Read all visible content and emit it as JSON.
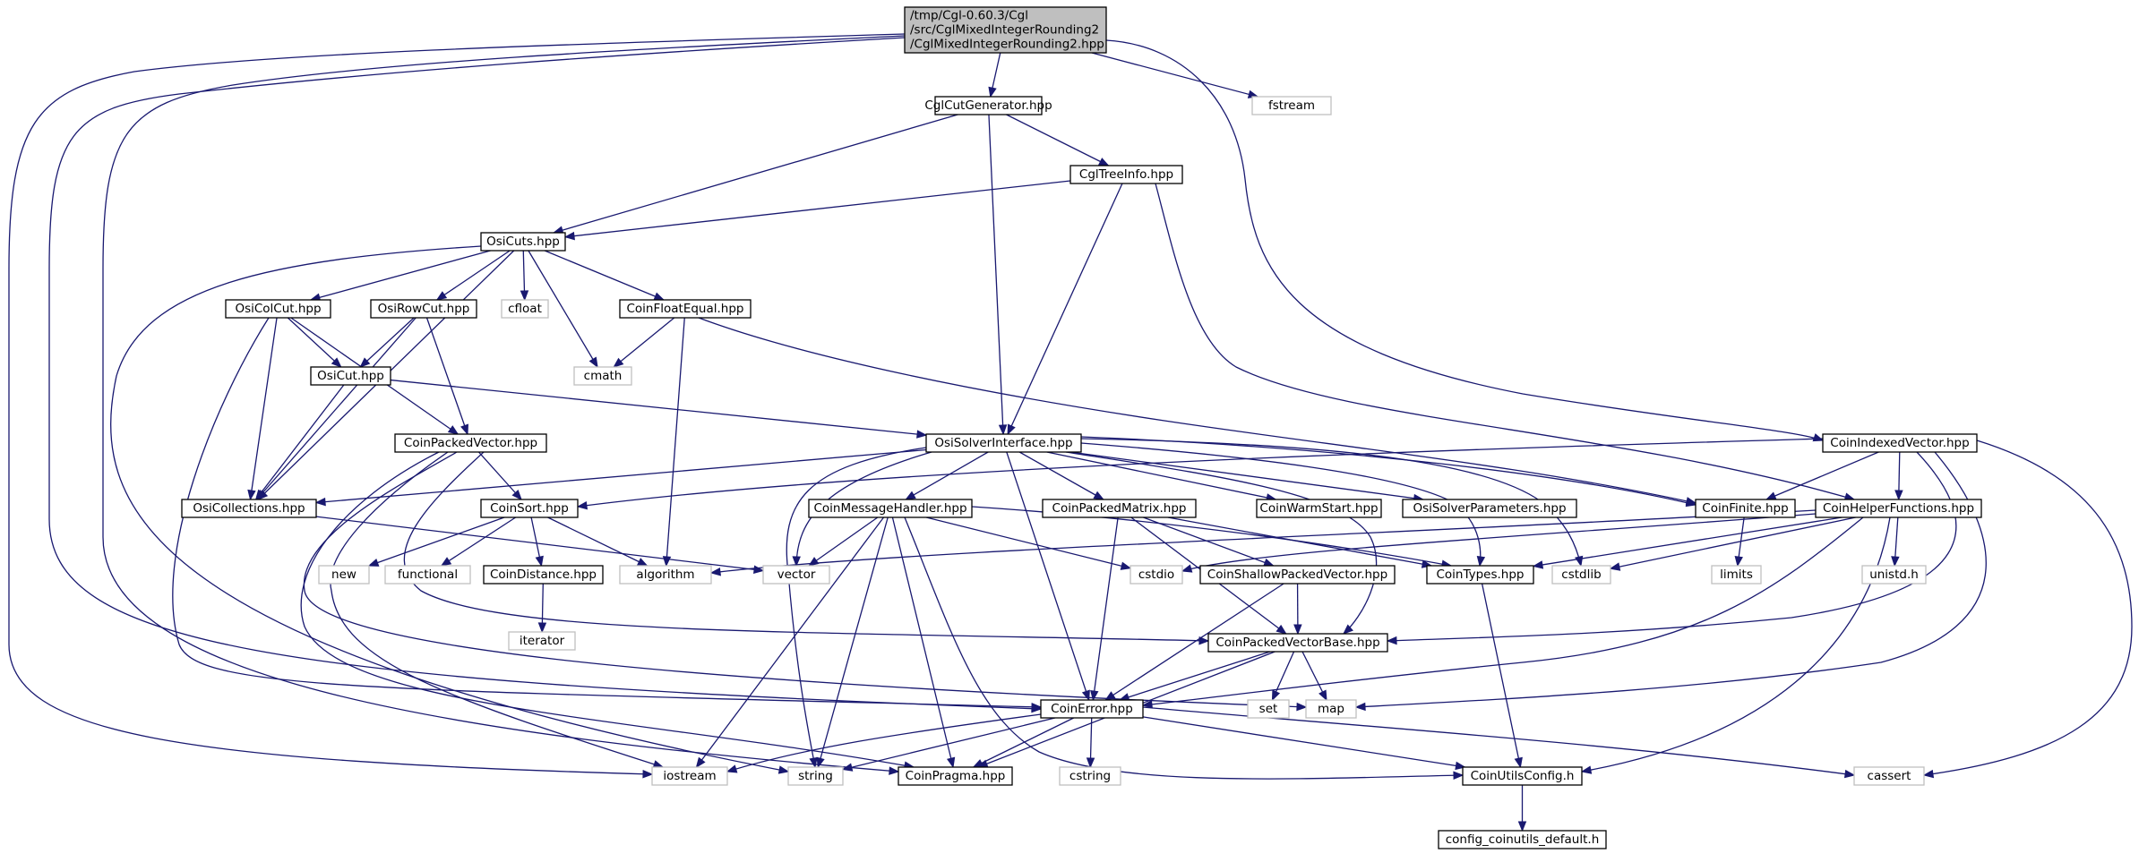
{
  "graph": {
    "root": "root",
    "nodes": [
      {
        "id": "root",
        "lines": [
          "/tmp/Cgl-0.60.3/Cgl",
          "/src/CglMixedIntegerRounding2",
          "/CglMixedIntegerRounding2.hpp"
        ],
        "style": "root",
        "interactable": false
      },
      {
        "id": "cglcutgen",
        "lines": [
          "CglCutGenerator.hpp"
        ],
        "style": "solid",
        "interactable": true
      },
      {
        "id": "fstream",
        "lines": [
          "fstream"
        ],
        "style": "ext",
        "interactable": false
      },
      {
        "id": "cgltreeinfo",
        "lines": [
          "CglTreeInfo.hpp"
        ],
        "style": "solid",
        "interactable": true
      },
      {
        "id": "osicuts",
        "lines": [
          "OsiCuts.hpp"
        ],
        "style": "solid",
        "interactable": true
      },
      {
        "id": "osicolcut",
        "lines": [
          "OsiColCut.hpp"
        ],
        "style": "solid",
        "interactable": true
      },
      {
        "id": "osirowcut",
        "lines": [
          "OsiRowCut.hpp"
        ],
        "style": "solid",
        "interactable": true
      },
      {
        "id": "cfloat",
        "lines": [
          "cfloat"
        ],
        "style": "ext",
        "interactable": false
      },
      {
        "id": "coinfloatequal",
        "lines": [
          "CoinFloatEqual.hpp"
        ],
        "style": "solid",
        "interactable": true
      },
      {
        "id": "osicut",
        "lines": [
          "OsiCut.hpp"
        ],
        "style": "solid",
        "interactable": true
      },
      {
        "id": "cmath",
        "lines": [
          "cmath"
        ],
        "style": "ext",
        "interactable": false
      },
      {
        "id": "coinpackedvector",
        "lines": [
          "CoinPackedVector.hpp"
        ],
        "style": "solid",
        "interactable": true
      },
      {
        "id": "osisolverinterface",
        "lines": [
          "OsiSolverInterface.hpp"
        ],
        "style": "solid",
        "interactable": true
      },
      {
        "id": "coinindexedvector",
        "lines": [
          "CoinIndexedVector.hpp"
        ],
        "style": "solid",
        "interactable": true
      },
      {
        "id": "osicollections",
        "lines": [
          "OsiCollections.hpp"
        ],
        "style": "solid",
        "interactable": true
      },
      {
        "id": "coinsort",
        "lines": [
          "CoinSort.hpp"
        ],
        "style": "solid",
        "interactable": true
      },
      {
        "id": "coinmessagehandler",
        "lines": [
          "CoinMessageHandler.hpp"
        ],
        "style": "solid",
        "interactable": true
      },
      {
        "id": "coinpackedmatrix",
        "lines": [
          "CoinPackedMatrix.hpp"
        ],
        "style": "solid",
        "interactable": true
      },
      {
        "id": "coinwarmstart",
        "lines": [
          "CoinWarmStart.hpp"
        ],
        "style": "solid",
        "interactable": true
      },
      {
        "id": "osisolverparameters",
        "lines": [
          "OsiSolverParameters.hpp"
        ],
        "style": "solid",
        "interactable": true
      },
      {
        "id": "coinfinite",
        "lines": [
          "CoinFinite.hpp"
        ],
        "style": "solid",
        "interactable": true
      },
      {
        "id": "coinhelperfunctions",
        "lines": [
          "CoinHelperFunctions.hpp"
        ],
        "style": "solid",
        "interactable": true
      },
      {
        "id": "new",
        "lines": [
          "new"
        ],
        "style": "ext",
        "interactable": false
      },
      {
        "id": "functional",
        "lines": [
          "functional"
        ],
        "style": "ext",
        "interactable": false
      },
      {
        "id": "coindistance",
        "lines": [
          "CoinDistance.hpp"
        ],
        "style": "solid",
        "interactable": true
      },
      {
        "id": "algorithm",
        "lines": [
          "algorithm"
        ],
        "style": "ext",
        "interactable": false
      },
      {
        "id": "vector",
        "lines": [
          "vector"
        ],
        "style": "ext",
        "interactable": false
      },
      {
        "id": "cstdio",
        "lines": [
          "cstdio"
        ],
        "style": "ext",
        "interactable": false
      },
      {
        "id": "coinshallowpackedvector",
        "lines": [
          "CoinShallowPackedVector.hpp"
        ],
        "style": "solid",
        "interactable": true
      },
      {
        "id": "cointypes",
        "lines": [
          "CoinTypes.hpp"
        ],
        "style": "solid",
        "interactable": true
      },
      {
        "id": "cstdlib",
        "lines": [
          "cstdlib"
        ],
        "style": "ext",
        "interactable": false
      },
      {
        "id": "limits",
        "lines": [
          "limits"
        ],
        "style": "ext",
        "interactable": false
      },
      {
        "id": "unistd",
        "lines": [
          "unistd.h"
        ],
        "style": "ext",
        "interactable": false
      },
      {
        "id": "iterator",
        "lines": [
          "iterator"
        ],
        "style": "ext",
        "interactable": false
      },
      {
        "id": "coinpackedvectorbase",
        "lines": [
          "CoinPackedVectorBase.hpp"
        ],
        "style": "solid",
        "interactable": true
      },
      {
        "id": "set",
        "lines": [
          "set"
        ],
        "style": "ext",
        "interactable": false
      },
      {
        "id": "map",
        "lines": [
          "map"
        ],
        "style": "ext",
        "interactable": false
      },
      {
        "id": "coinerror",
        "lines": [
          "CoinError.hpp"
        ],
        "style": "solid",
        "interactable": true
      },
      {
        "id": "iostream",
        "lines": [
          "iostream"
        ],
        "style": "ext",
        "interactable": false
      },
      {
        "id": "string",
        "lines": [
          "string"
        ],
        "style": "ext",
        "interactable": false
      },
      {
        "id": "coinpragma",
        "lines": [
          "CoinPragma.hpp"
        ],
        "style": "solid",
        "interactable": true
      },
      {
        "id": "cstring",
        "lines": [
          "cstring"
        ],
        "style": "ext",
        "interactable": false
      },
      {
        "id": "coinutilsconfig",
        "lines": [
          "CoinUtilsConfig.h"
        ],
        "style": "solid",
        "interactable": true
      },
      {
        "id": "cassert",
        "lines": [
          "cassert"
        ],
        "style": "ext",
        "interactable": false
      },
      {
        "id": "configdefault",
        "lines": [
          "config_coinutils_default.h"
        ],
        "style": "solid",
        "interactable": true
      }
    ],
    "edges": [
      [
        "root",
        "cglcutgen"
      ],
      [
        "root",
        "fstream"
      ],
      [
        "root",
        "coinindexedvector"
      ],
      [
        "root",
        "iostream"
      ],
      [
        "root",
        "coinpragma"
      ],
      [
        "root",
        "coinerror"
      ],
      [
        "cglcutgen",
        "osicuts"
      ],
      [
        "cglcutgen",
        "cgltreeinfo"
      ],
      [
        "cglcutgen",
        "osisolverinterface"
      ],
      [
        "cgltreeinfo",
        "osicuts"
      ],
      [
        "cgltreeinfo",
        "osisolverinterface"
      ],
      [
        "cgltreeinfo",
        "coinhelperfunctions"
      ],
      [
        "osicuts",
        "osicolcut"
      ],
      [
        "osicuts",
        "osirowcut"
      ],
      [
        "osicuts",
        "cfloat"
      ],
      [
        "osicuts",
        "coinfloatequal"
      ],
      [
        "osicuts",
        "cmath"
      ],
      [
        "osicuts",
        "osicollections"
      ],
      [
        "osicuts",
        "string"
      ],
      [
        "osicolcut",
        "osicut"
      ],
      [
        "osicolcut",
        "osicollections"
      ],
      [
        "osicolcut",
        "coinpackedvector"
      ],
      [
        "osicolcut",
        "coinerror"
      ],
      [
        "osirowcut",
        "osicut"
      ],
      [
        "osirowcut",
        "coinpackedvector"
      ],
      [
        "osirowcut",
        "osicollections"
      ],
      [
        "coinfloatequal",
        "cmath"
      ],
      [
        "coinfloatequal",
        "algorithm"
      ],
      [
        "coinfloatequal",
        "coinfinite"
      ],
      [
        "osicut",
        "osicollections"
      ],
      [
        "osicut",
        "osisolverinterface"
      ],
      [
        "coinpackedvector",
        "coinsort"
      ],
      [
        "coinpackedvector",
        "coinpackedvectorbase"
      ],
      [
        "coinpackedvector",
        "map"
      ],
      [
        "coinpackedvector",
        "coinpragma"
      ],
      [
        "coinpackedvector",
        "iostream"
      ],
      [
        "osicollections",
        "vector"
      ],
      [
        "coinsort",
        "new"
      ],
      [
        "coinsort",
        "functional"
      ],
      [
        "coinsort",
        "coindistance"
      ],
      [
        "coinsort",
        "algorithm"
      ],
      [
        "coindistance",
        "iterator"
      ],
      [
        "osisolverinterface",
        "osicollections"
      ],
      [
        "osisolverinterface",
        "coinmessagehandler"
      ],
      [
        "osisolverinterface",
        "coinpackedmatrix"
      ],
      [
        "osisolverinterface",
        "coinwarmstart"
      ],
      [
        "osisolverinterface",
        "osisolverparameters"
      ],
      [
        "osisolverinterface",
        "coinfinite"
      ],
      [
        "osisolverinterface",
        "cointypes"
      ],
      [
        "osisolverinterface",
        "cstdlib"
      ],
      [
        "osisolverinterface",
        "coinpackedvectorbase"
      ],
      [
        "osisolverinterface",
        "coinerror"
      ],
      [
        "osisolverinterface",
        "string"
      ],
      [
        "osisolverinterface",
        "vector"
      ],
      [
        "coinindexedvector",
        "coinsort"
      ],
      [
        "coinindexedvector",
        "coinfinite"
      ],
      [
        "coinindexedvector",
        "coinhelperfunctions"
      ],
      [
        "coinindexedvector",
        "coinpackedvectorbase"
      ],
      [
        "coinindexedvector",
        "map"
      ],
      [
        "coinindexedvector",
        "cassert"
      ],
      [
        "coinmessagehandler",
        "vector"
      ],
      [
        "coinmessagehandler",
        "cstdio"
      ],
      [
        "coinmessagehandler",
        "iostream"
      ],
      [
        "coinmessagehandler",
        "string"
      ],
      [
        "coinmessagehandler",
        "coinpragma"
      ],
      [
        "coinmessagehandler",
        "coinutilsconfig"
      ],
      [
        "coinmessagehandler",
        "cointypes"
      ],
      [
        "coinpackedmatrix",
        "coinerror"
      ],
      [
        "coinpackedmatrix",
        "coinshallowpackedvector"
      ],
      [
        "coinpackedmatrix",
        "coinpackedvectorbase"
      ],
      [
        "coinpackedmatrix",
        "cointypes"
      ],
      [
        "coinfinite",
        "limits"
      ],
      [
        "coinhelperfunctions",
        "algorithm"
      ],
      [
        "coinhelperfunctions",
        "cstdio"
      ],
      [
        "coinhelperfunctions",
        "cstdlib"
      ],
      [
        "coinhelperfunctions",
        "unistd"
      ],
      [
        "coinhelperfunctions",
        "cointypes"
      ],
      [
        "coinhelperfunctions",
        "coinerror"
      ],
      [
        "coinhelperfunctions",
        "coinutilsconfig"
      ],
      [
        "coinshallowpackedvector",
        "coinpackedvectorbase"
      ],
      [
        "coinshallowpackedvector",
        "coinerror"
      ],
      [
        "cointypes",
        "coinutilsconfig"
      ],
      [
        "coinpackedvectorbase",
        "set"
      ],
      [
        "coinpackedvectorbase",
        "map"
      ],
      [
        "coinpackedvectorbase",
        "coinerror"
      ],
      [
        "coinpackedvectorbase",
        "coinpragma"
      ],
      [
        "coinerror",
        "iostream"
      ],
      [
        "coinerror",
        "string"
      ],
      [
        "coinerror",
        "coinpragma"
      ],
      [
        "coinerror",
        "cstring"
      ],
      [
        "coinerror",
        "coinutilsconfig"
      ],
      [
        "coinerror",
        "cassert"
      ],
      [
        "coinutilsconfig",
        "configdefault"
      ]
    ]
  }
}
